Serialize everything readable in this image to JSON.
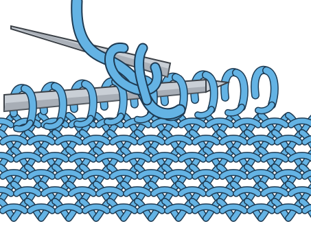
{
  "illustration": {
    "subject": "knitting-stitch-diagram",
    "colors": {
      "background": "#ffffff",
      "yarn": "#64b3e4",
      "yarn_light": "#9cd2f2",
      "yarn_outline": "#1d3a52",
      "needle": "#c9cfd6",
      "needle_shadow": "#8d949c",
      "needle_outline": "#3b4046"
    },
    "fabric_rows": 6,
    "loops_on_back_needle": 9
  }
}
